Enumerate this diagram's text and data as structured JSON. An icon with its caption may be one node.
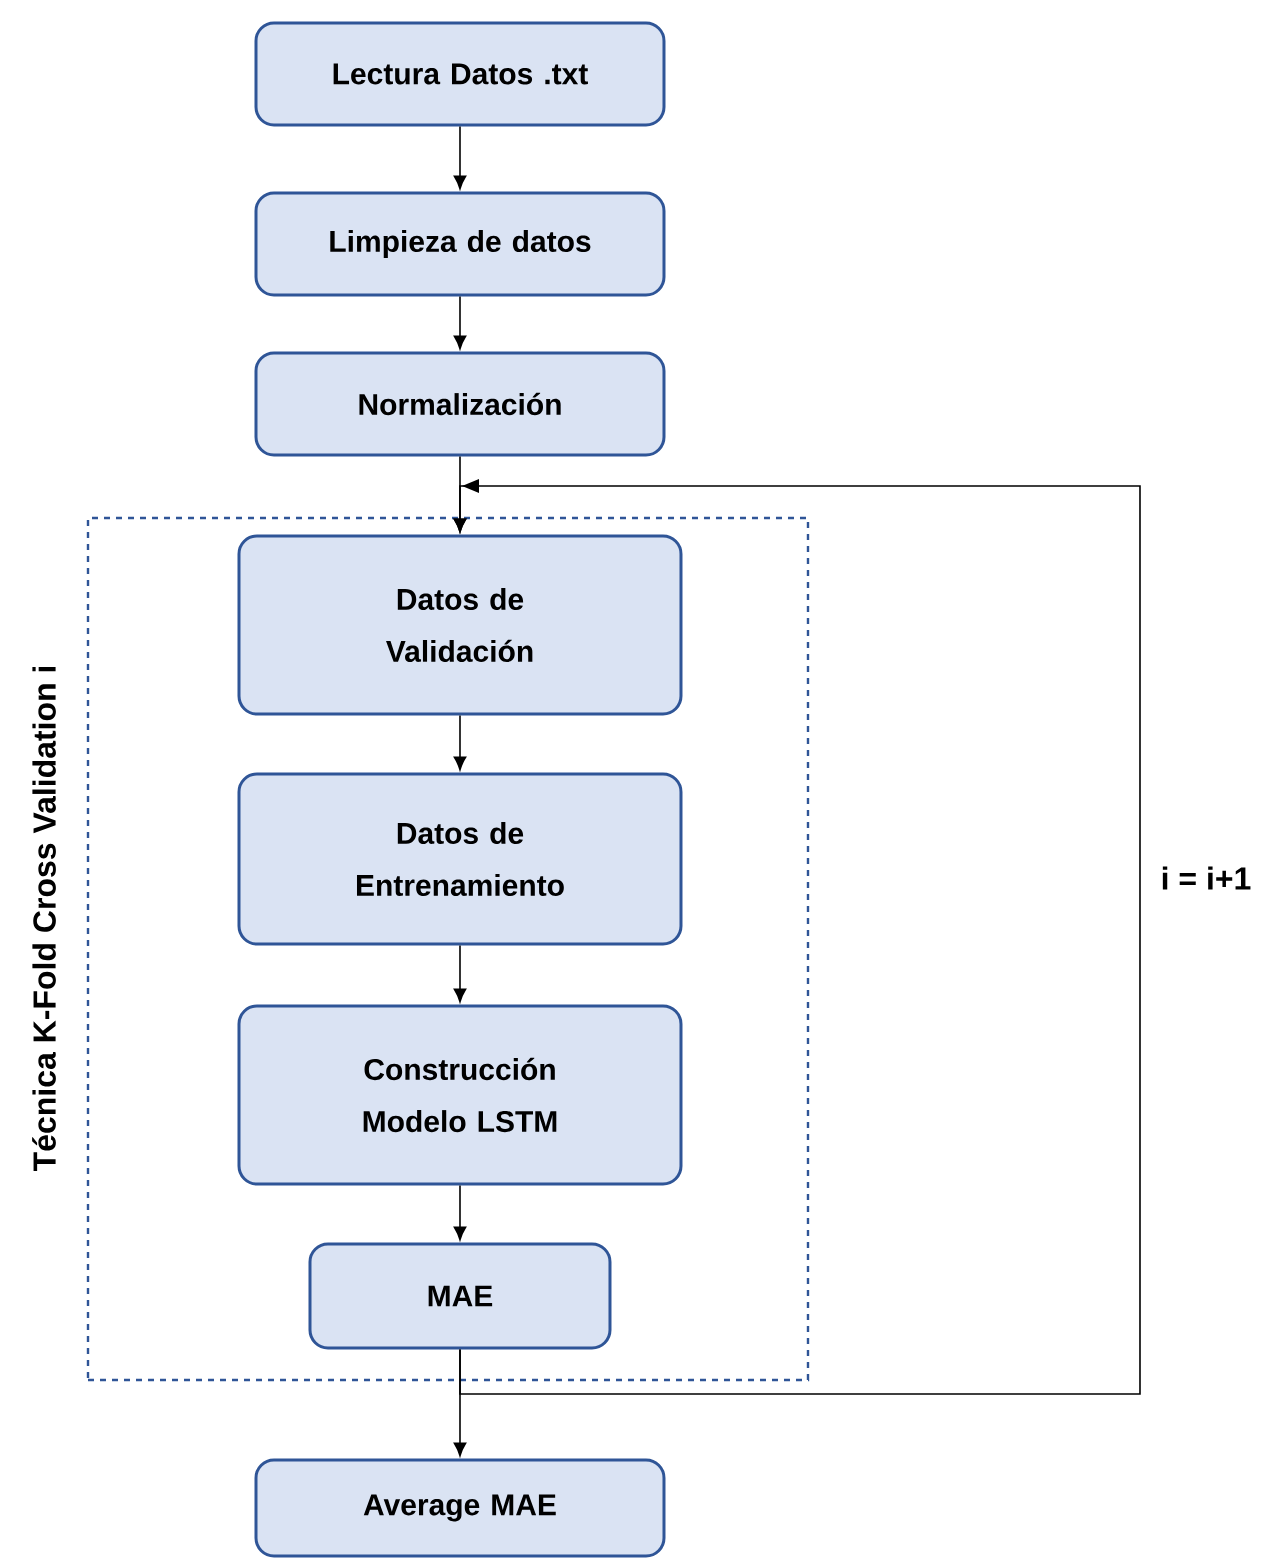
{
  "diagram": {
    "nodes": [
      {
        "text": [
          "Lectura Datos .txt"
        ]
      },
      {
        "text": [
          "Limpieza de datos"
        ]
      },
      {
        "text": [
          "Normalización"
        ]
      },
      {
        "text": [
          "Técnica K-Fold Cross Validation i"
        ]
      },
      {
        "text": [
          "Datos de Validación"
        ],
        "in": 3
      },
      {
        "text": [
          "Datos de Entrenamiento"
        ],
        "in": 3
      },
      {
        "text": [
          "Construcción Modelo LSTM"
        ],
        "in": 3
      },
      {
        "text": [
          "MAE"
        ],
        "in": 3
      },
      {
        "text": [
          "Average MAE"
        ]
      }
    ],
    "edges": [
      {
        "from": 0,
        "to": 1,
        "arrow": "to"
      },
      {
        "from": 1,
        "to": 2,
        "arrow": "to"
      },
      {
        "from": 2,
        "to": 4,
        "arrow": "to"
      },
      {
        "from": 4,
        "to": 5,
        "arrow": "to"
      },
      {
        "from": 5,
        "to": 6,
        "arrow": "to"
      },
      {
        "from": 6,
        "to": 7,
        "arrow": "to"
      },
      {
        "from": 7,
        "to": 8,
        "arrow": "to"
      },
      {
        "from": 7,
        "to": 4,
        "arrow": "to",
        "label": "i = i+1"
      }
    ]
  }
}
